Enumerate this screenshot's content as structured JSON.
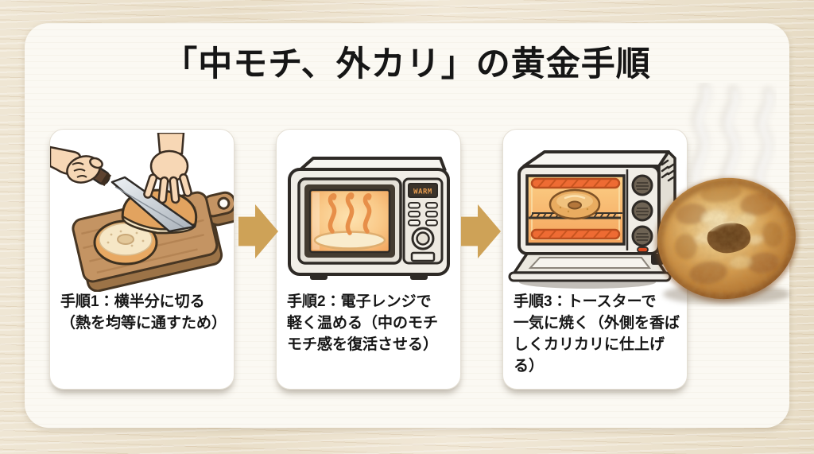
{
  "title": "「中モチ、外カリ」の黄金手順",
  "steps": [
    {
      "illustration": "bagel-cutting-illustration",
      "caption_lines": [
        "手順1：横半分に切る",
        "（熱を均等に通すため）"
      ]
    },
    {
      "illustration": "microwave-illustration",
      "display_text": "WARM",
      "caption_lines": [
        "手順2：電子レンジで",
        "軽く温める（中のモチ",
        "モチ感を復活させる）"
      ]
    },
    {
      "illustration": "toaster-oven-illustration",
      "caption_lines": [
        "手順3：トースターで",
        "一気に焼く（外側を香ば",
        "しくカリカリに仕上げる）"
      ]
    }
  ],
  "flow": {
    "arrow_icon": "arrow-right",
    "arrow_count": 2
  },
  "result_image": "toasted-bagel-with-steam",
  "colors": {
    "background_wood": "#EBE1CD",
    "panel": "#FBF9F3",
    "card": "#FFFFFF",
    "arrow": "#CEA257",
    "text": "#161616",
    "oven_glow": "#F5AC5E",
    "display_led": "#E89C4F"
  }
}
